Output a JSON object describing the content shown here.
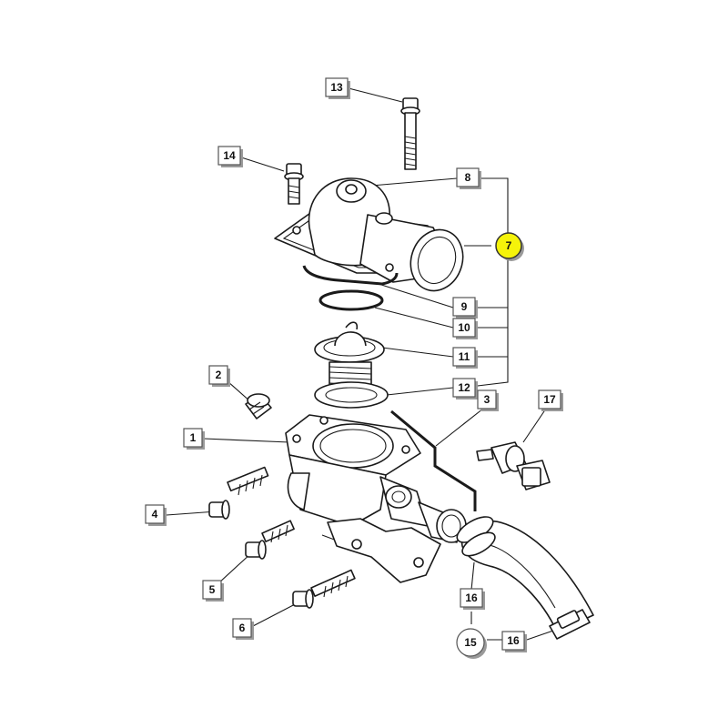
{
  "highlight_color": "#f5f30a",
  "callouts": [
    {
      "id": "c13",
      "label": "13",
      "shape": "box"
    },
    {
      "id": "c14",
      "label": "14",
      "shape": "box"
    },
    {
      "id": "c8",
      "label": "8",
      "shape": "box"
    },
    {
      "id": "c7",
      "label": "7",
      "shape": "circle",
      "highlighted": true
    },
    {
      "id": "c9",
      "label": "9",
      "shape": "box"
    },
    {
      "id": "c10",
      "label": "10",
      "shape": "box"
    },
    {
      "id": "c11",
      "label": "11",
      "shape": "box"
    },
    {
      "id": "c12",
      "label": "12",
      "shape": "box"
    },
    {
      "id": "c2",
      "label": "2",
      "shape": "box"
    },
    {
      "id": "c3",
      "label": "3",
      "shape": "box"
    },
    {
      "id": "c17",
      "label": "17",
      "shape": "box"
    },
    {
      "id": "c1",
      "label": "1",
      "shape": "box"
    },
    {
      "id": "c4",
      "label": "4",
      "shape": "box"
    },
    {
      "id": "c5",
      "label": "5",
      "shape": "box"
    },
    {
      "id": "c6",
      "label": "6",
      "shape": "box"
    },
    {
      "id": "c16a",
      "label": "16",
      "shape": "box"
    },
    {
      "id": "c15",
      "label": "15",
      "shape": "circle"
    },
    {
      "id": "c16b",
      "label": "16",
      "shape": "box"
    }
  ]
}
